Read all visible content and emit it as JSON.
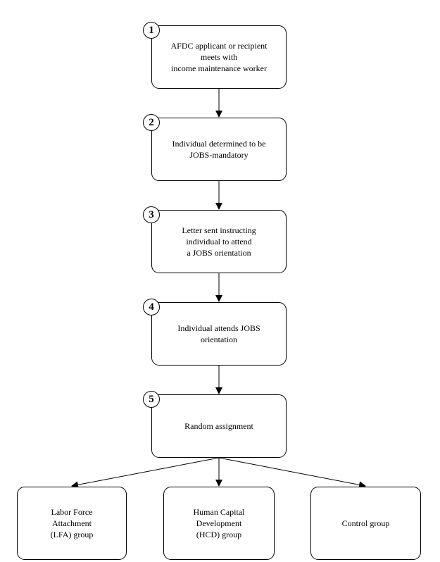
{
  "steps": [
    {
      "number": "1",
      "text": "AFDC applicant or recipient\nmeets with\nincome maintenance worker"
    },
    {
      "number": "2",
      "text": "Individual determined to be\nJOBS-mandatory"
    },
    {
      "number": "3",
      "text": "Letter sent instructing\nindividual to attend\na JOBS orientation"
    },
    {
      "number": "4",
      "text": "Individual attends JOBS\norientation"
    },
    {
      "number": "5",
      "text": "Random assignment"
    }
  ],
  "outcomes": [
    {
      "text": "Labor Force\nAttachment\n(LFA) group"
    },
    {
      "text": "Human Capital\nDevelopment\n(HCD) group"
    },
    {
      "text": "Control group"
    }
  ]
}
